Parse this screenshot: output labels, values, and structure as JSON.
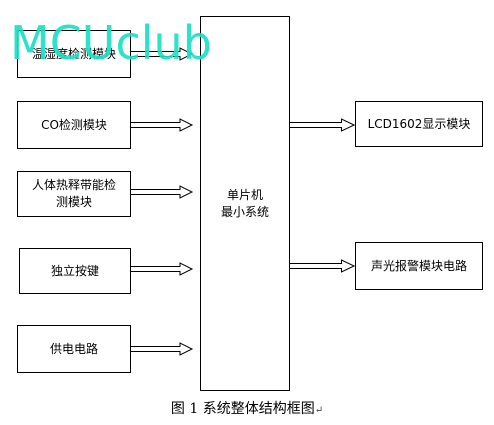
{
  "blocks": {
    "temp_humidity": "温湿度检测模块",
    "co": "CO检测模块",
    "pyro_line1": "人体热释带能检",
    "pyro_line2": "测模块",
    "button": "独立按键",
    "power": "供电电路",
    "mcu_line1": "单片机",
    "mcu_line2": "最小系统",
    "lcd": "LCD1602显示模块",
    "alarm": "声光报警模块电路"
  },
  "watermark": "MCUclub",
  "caption": "图 1 系统整体结构框图",
  "caption_mark": "↵",
  "colors": {
    "watermark": "#1ce0c4",
    "stroke": "#000000"
  }
}
